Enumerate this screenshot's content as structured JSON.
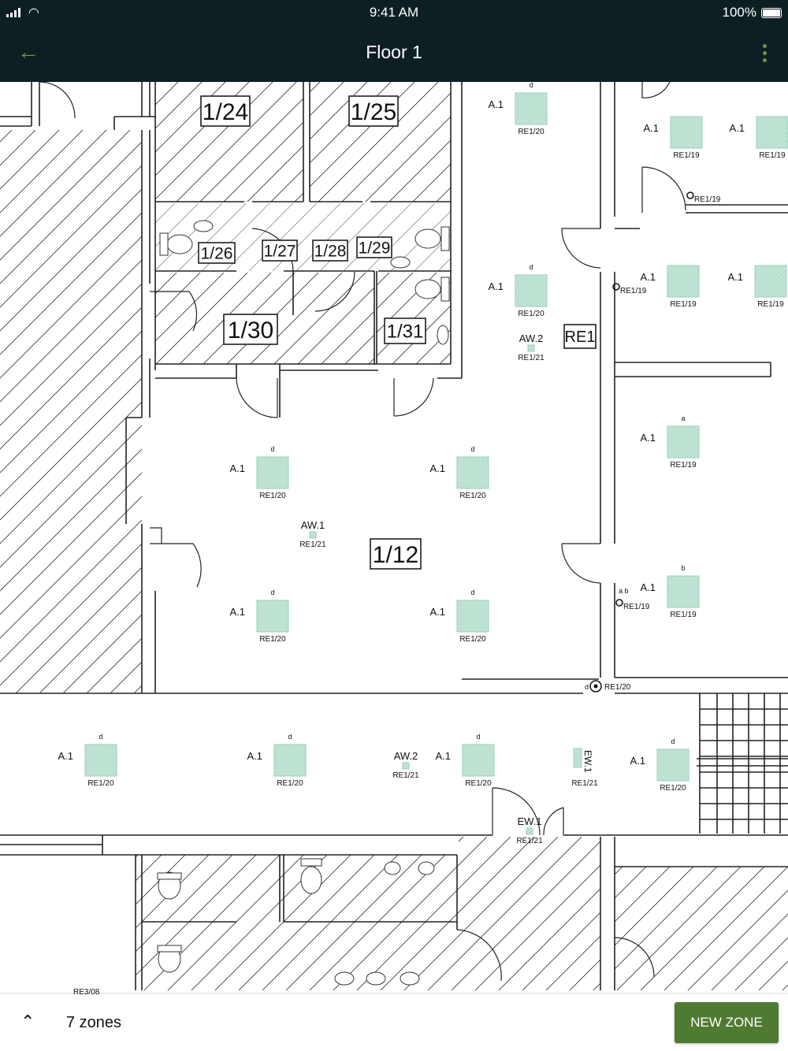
{
  "status_bar": {
    "time": "9:41 AM",
    "battery": "100%"
  },
  "header": {
    "title": "Floor 1",
    "back_icon": "arrow-left-icon",
    "menu_icon": "more-vertical-icon"
  },
  "rooms": [
    "1/24",
    "1/25",
    "1/26",
    "1/27",
    "1/28",
    "1/29",
    "1/30",
    "1/31",
    "1/12",
    "RE1"
  ],
  "fixtures": [
    {
      "type": "A.1",
      "tag": "d",
      "ref": "RE1/20"
    },
    {
      "type": "A.1",
      "tag": "",
      "ref": "RE1/19"
    },
    {
      "type": "A.1",
      "tag": "",
      "ref": "RE1/19"
    },
    {
      "type": "A.1",
      "tag": "d",
      "ref": "RE1/20"
    },
    {
      "type": "A.1",
      "tag": "",
      "ref": "RE1/19"
    },
    {
      "type": "A.1",
      "tag": "",
      "ref": "RE1/19"
    },
    {
      "type": "A.1",
      "tag": "a",
      "ref": "RE1/19"
    },
    {
      "type": "A.1",
      "tag": "b",
      "ref": "RE1/19"
    },
    {
      "type": "A.1",
      "tag": "d",
      "ref": "RE1/20"
    },
    {
      "type": "A.1",
      "tag": "d",
      "ref": "RE1/20"
    },
    {
      "type": "A.1",
      "tag": "d",
      "ref": "RE1/20"
    },
    {
      "type": "A.1",
      "tag": "d",
      "ref": "RE1/20"
    },
    {
      "type": "A.1",
      "tag": "d",
      "ref": "RE1/20"
    },
    {
      "type": "A.1",
      "tag": "d",
      "ref": "RE1/20"
    },
    {
      "type": "A.1",
      "tag": "d",
      "ref": "RE1/20"
    },
    {
      "type": "A.1",
      "tag": "d",
      "ref": "RE1/20"
    }
  ],
  "small_fixtures": [
    {
      "type": "AW.2",
      "ref": "RE1/21"
    },
    {
      "type": "AW.1",
      "ref": "RE1/21"
    },
    {
      "type": "AW.2",
      "ref": "RE1/21"
    },
    {
      "type": "EW.1",
      "ref": "RE1/21"
    },
    {
      "type": "EW.1",
      "ref": "RE1/21"
    }
  ],
  "switch_labels": [
    {
      "tag": "",
      "ref": "RE1/19"
    },
    {
      "tag": "",
      "ref": "RE1/19"
    },
    {
      "tag": "a b",
      "ref": "RE1/19"
    },
    {
      "tag": "d",
      "ref": "RE1/20"
    },
    {
      "tag": "",
      "ref": "RE3/08"
    }
  ],
  "bottom_bar": {
    "zones_count": "7 zones",
    "new_zone_label": "NEW ZONE",
    "expand_icon": "chevron-up-icon"
  },
  "colors": {
    "header_bg": "#0e1f24",
    "accent": "#4f7a31",
    "fixture_fill": "#bfe3d4"
  }
}
